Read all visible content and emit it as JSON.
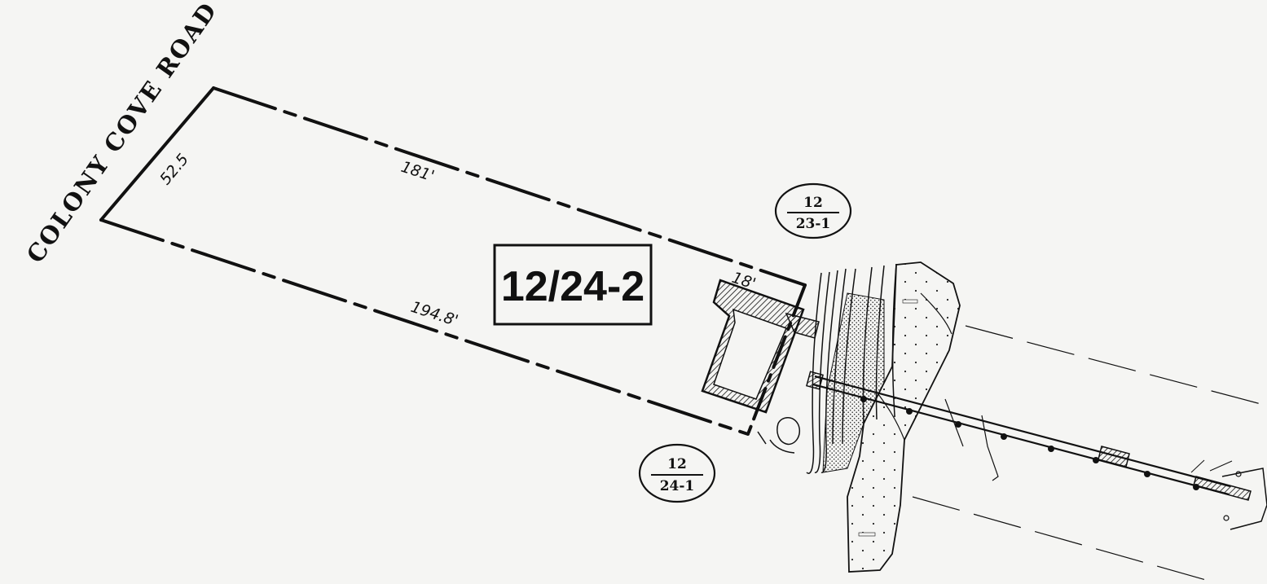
{
  "road": {
    "name": "COLONY COVE ROAD"
  },
  "parcel": {
    "id": "12/24-2",
    "front_width": "52.5",
    "north_side": "181'",
    "south_side": "194.8'",
    "rear_width": "18'"
  },
  "adjacent_parcels": [
    {
      "top": "12",
      "bottom": "23-1"
    },
    {
      "top": "12",
      "bottom": "24-1"
    }
  ],
  "colors": {
    "ink": "#111111",
    "paper": "#f5f5f3"
  }
}
